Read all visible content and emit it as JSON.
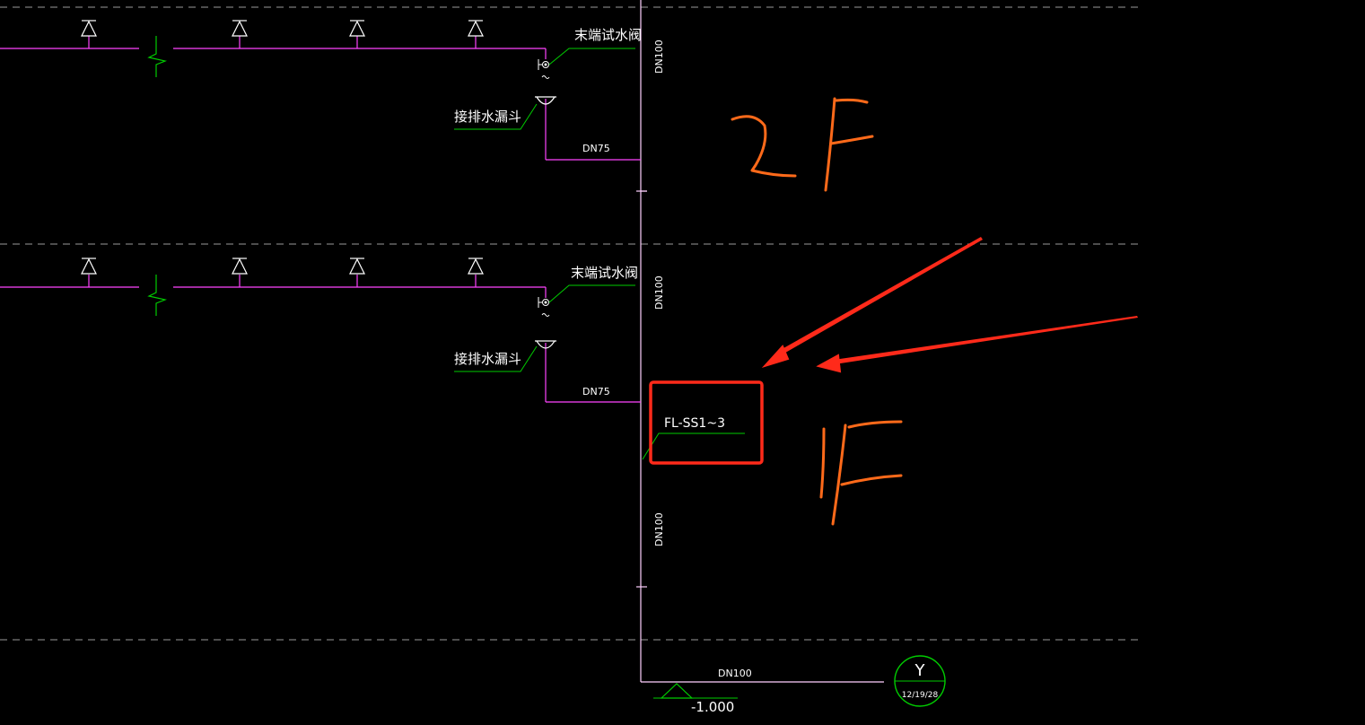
{
  "drawing": {
    "floor2": {
      "valve_label": "末端试水阀",
      "funnel_label": "接排水漏斗",
      "branch_dn": "DN75",
      "riser_dn": "DN100",
      "floor_mark": "2F"
    },
    "floor1": {
      "valve_label": "末端试水阀",
      "funnel_label": "接排水漏斗",
      "branch_dn": "DN75",
      "riser_dn": "DN100",
      "floor_mark": "1F"
    },
    "riser_tag": "FL-SS1~3",
    "lower_riser_dn": "DN100",
    "bottom_pipe_dn": "DN100",
    "elevation": "-1.000",
    "circle_symbol": {
      "letter": "Y",
      "subtext": "12/19/28"
    },
    "colors": {
      "pipe": "#ff44ff",
      "riser": "#ffd0ff",
      "leader": "#00cc00",
      "symbol": "#ffffff",
      "annotation": "#ff2a1a",
      "handwriting": "#ff6a1a",
      "dashed": "#9a9a9a"
    }
  }
}
